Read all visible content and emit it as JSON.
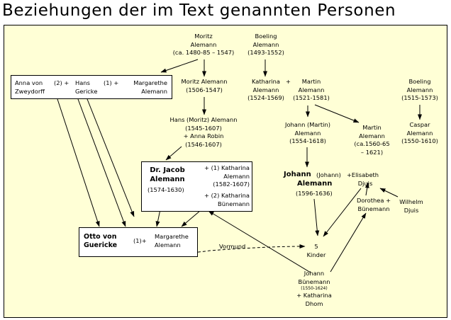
{
  "title": "Beziehungen der im Text genannten Personen",
  "nodes": {
    "moritz_sr": {
      "name1": "Moritz",
      "name2": "Alemann",
      "dates": "(ca. 1480-85 – 1547)"
    },
    "boeling_sr": {
      "name1": "Boeling",
      "name2": "Alemann",
      "dates": "(1493-1552)"
    },
    "moritz_jr": {
      "name": "Moritz Alemann",
      "dates": "(1506-1547)"
    },
    "katharina_a": {
      "name1": "Katharina",
      "name2": "Alemann",
      "dates": "(1524-1569)"
    },
    "plus_km": "+",
    "martin_sr": {
      "name1": "Martin",
      "name2": "Alemann",
      "dates": "(1521-1581)"
    },
    "boeling_jr": {
      "name1": "Boeling",
      "name2": "Alemann",
      "dates": "(1515-1573)"
    },
    "hans_moritz": {
      "name": "Hans (Moritz) Alemann",
      "dates": "(1545-1607)",
      "spouse": "+ Anna Robin",
      "spouse_dates": "(1546-1607)"
    },
    "johann_martin": {
      "name1": "Johann (Martin)",
      "name2": "Alemann",
      "dates": "(1554-1618)"
    },
    "martin_jr": {
      "name1": "Martin",
      "name2": "Alemann",
      "dates1": "(ca.1560-65",
      "dates2": "– 1621)"
    },
    "caspar": {
      "name1": "Caspar",
      "name2": "Alemann",
      "dates": "(1550-1610)"
    },
    "gericke_box": {
      "anna1": "Anna von",
      "anna2": "Zweydorff",
      "mark1": "(2) +",
      "hans1": "Hans",
      "hans2": "Gericke",
      "mark2": "(1) +",
      "marg1": "Margarethe",
      "marg2": "Alemann"
    },
    "jacob_box": {
      "name1": "Dr. Jacob",
      "name2": "Alemann",
      "dates": "(1574-1630)",
      "w1_a": "+ (1) Katharina",
      "w1_b": "Alemann",
      "w1_c": "(1582-1607)",
      "w2_a": "+ (2) Katharina",
      "w2_b": "Bünemann"
    },
    "johann_johann": {
      "name1": "Johann",
      "paren": "(Johann)",
      "plus": "+",
      "name2": "Alemann",
      "dates": "(1596-1636)"
    },
    "elisabeth": {
      "name1": "Elisabeth",
      "name2": "Djuis"
    },
    "dorothea": {
      "name1": "Dorothea +",
      "name2": "Bünemann"
    },
    "wilhelm": {
      "name1": "Wilhelm",
      "name2": "Djuis"
    },
    "otto_box": {
      "name1": "Otto von",
      "name2": "Guericke",
      "mark": "(1)+",
      "wife1": "Margarethe",
      "wife2": "Alemann"
    },
    "vormund": "Vormund",
    "kinder": {
      "count": "5",
      "label": "Kinder"
    },
    "johann_b": {
      "name1": "Johann",
      "name2": "Bünemann",
      "dates": "(1550-1624)",
      "spouse1": "+ Katharina",
      "spouse2": "Dhom"
    }
  }
}
